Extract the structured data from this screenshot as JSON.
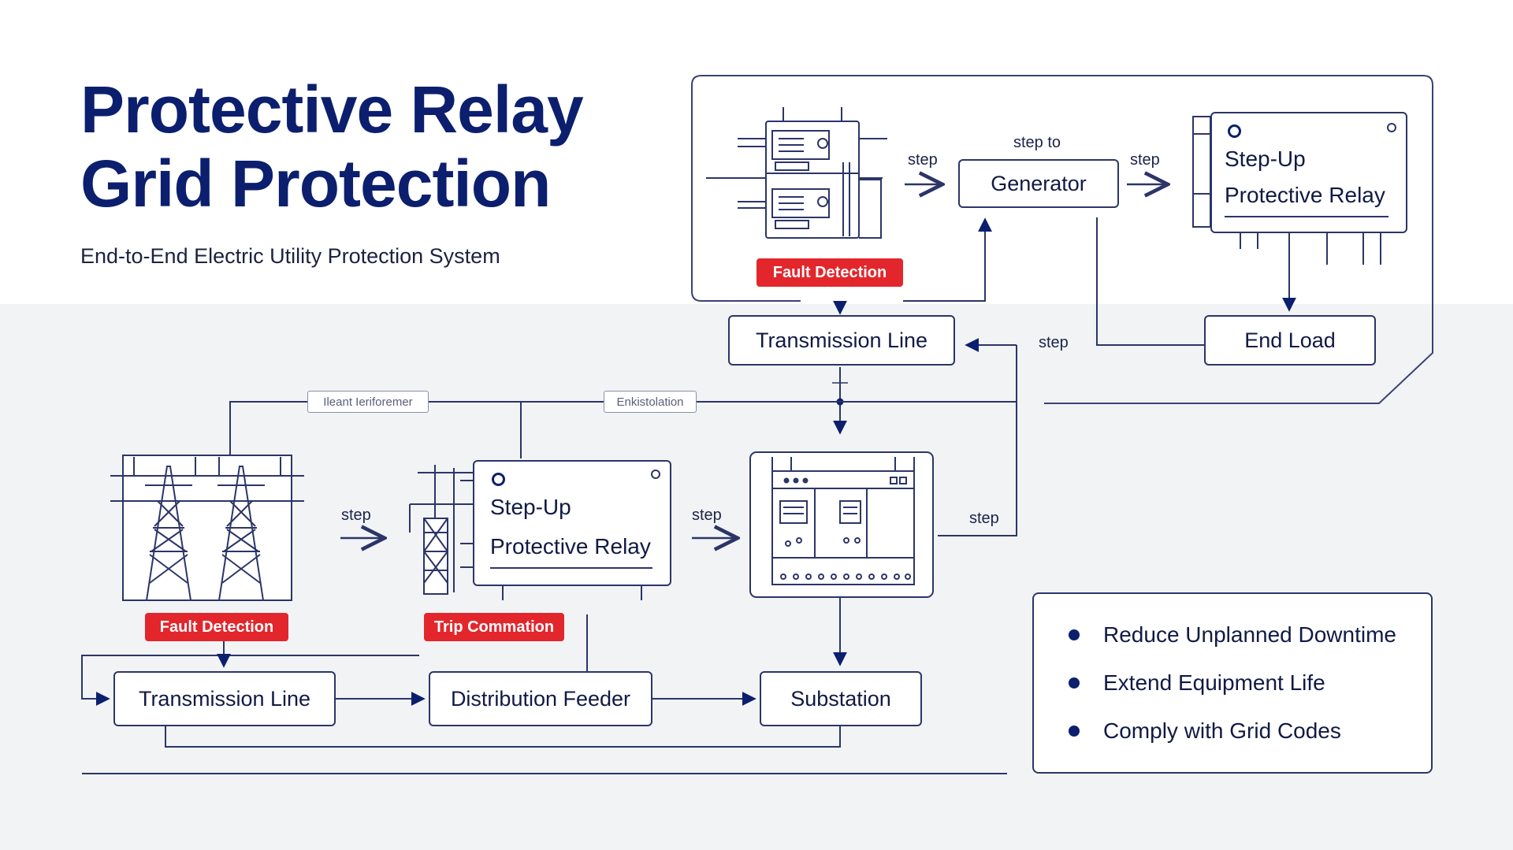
{
  "header": {
    "title_line1": "Protective Relay",
    "title_line2": "Grid Protection",
    "subtitle": "End-to-End Electric Utility Protection System"
  },
  "top_flow": {
    "fault_badge": "Fault Detection",
    "generator_caption": "step to",
    "generator": "Generator",
    "relay_line1": "Step-Up",
    "relay_line2": "Protective Relay",
    "transmission_line": "Transmission Line",
    "end_load": "End Load",
    "step_1": "step",
    "step_2": "step",
    "step_3": "step"
  },
  "bottom_flow": {
    "tag_left": "Ileant Ieriforemer",
    "tag_right": "Enkistolation",
    "fault_badge": "Fault Detection",
    "trip_badge": "Trip Commation",
    "relay_line1": "Step-Up",
    "relay_line2": "Protective Relay",
    "step_1": "step",
    "step_2": "step",
    "step_3": "step",
    "transmission_line": "Transmission Line",
    "distribution_feeder": "Distribution Feeder",
    "substation": "Substation"
  },
  "benefits": [
    {
      "label": "Reduce Unplanned Downtime"
    },
    {
      "label": "Extend Equipment Life"
    },
    {
      "label": "Comply with Grid Codes"
    }
  ],
  "colors": {
    "navy": "#0c1f6e",
    "line": "#2c3568",
    "alert": "#e3262c",
    "panel": "#f1f3f5"
  }
}
